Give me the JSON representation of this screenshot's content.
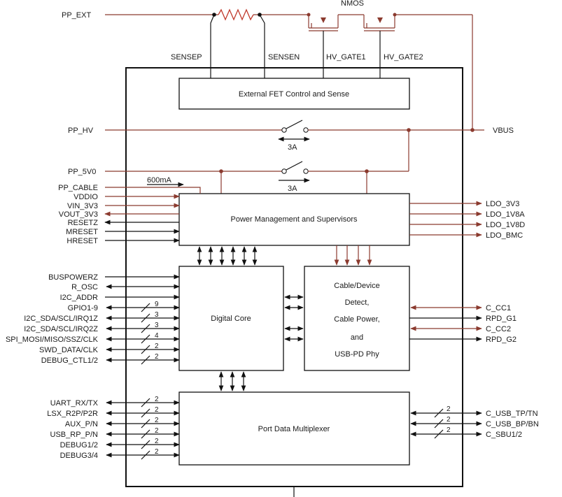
{
  "top": {
    "pp_ext": "PP_EXT",
    "sensep": "SENSEP",
    "sensen": "SENSEN",
    "nmos": "NMOS",
    "hv_gate1": "HV_GATE1",
    "hv_gate2": "HV_GATE2"
  },
  "blocks": {
    "fet": "External FET Control and Sense",
    "pm": "Power Management and Supervisors",
    "core": "Digital Core",
    "cable": [
      "Cable/Device",
      "Detect,",
      "Cable Power,",
      "and",
      "USB-PD Phy"
    ],
    "pdm": "Port Data Multiplexer"
  },
  "power": {
    "pp_hv": "PP_HV",
    "vbus": "VBUS",
    "i_3a": "3A",
    "pp_5v0": "PP_5V0",
    "i_600ma": "600mA"
  },
  "left_pins": [
    "PP_CABLE",
    "VDDIO",
    "VIN_3V3",
    "VOUT_3V3",
    "RESETZ",
    "MRESET",
    "HRESET",
    "BUSPOWERZ",
    "R_OSC",
    "I2C_ADDR",
    "GPIO1-9",
    "I2C_SDA/SCL/IRQ1Z",
    "I2C_SDA/SCL/IRQ2Z",
    "SPI_MOSI/MISO/SSZ/CLK",
    "SWD_DATA/CLK",
    "DEBUG_CTL1/2",
    "UART_RX/TX",
    "LSX_R2P/P2R",
    "AUX_P/N",
    "USB_RP_P/N",
    "DEBUG1/2",
    "DEBUG3/4"
  ],
  "bus_widths": {
    "gpio": "9",
    "i2c1": "3",
    "i2c2": "3",
    "spi": "4",
    "swd": "2",
    "dbgctl": "2",
    "uart": "2",
    "lsx": "2",
    "aux": "2",
    "usbrp": "2",
    "dbg12": "2",
    "dbg34": "2",
    "usbtp": "2",
    "usbbp": "2",
    "sbu": "2"
  },
  "right_pins": [
    "LDO_3V3",
    "LDO_1V8A",
    "LDO_1V8D",
    "LDO_BMC",
    "C_CC1",
    "RPD_G1",
    "C_CC2",
    "RPD_G2",
    "C_USB_TP/TN",
    "C_USB_BP/BN",
    "C_SBU1/2"
  ],
  "colors": {
    "black": "#111111",
    "brown": "#8b3a2e",
    "resistor": "#c0392b"
  }
}
